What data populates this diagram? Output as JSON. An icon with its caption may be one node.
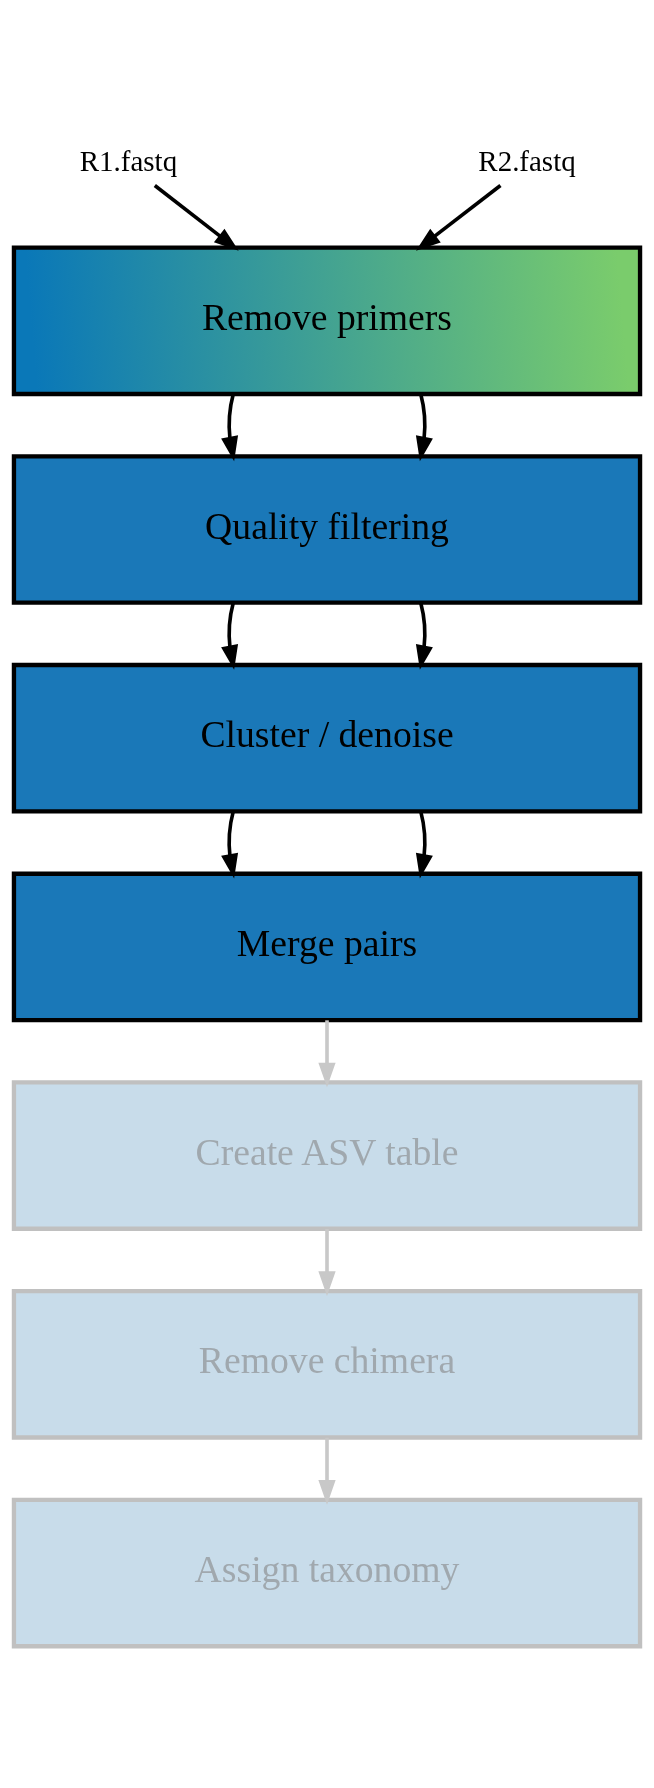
{
  "diagram": {
    "nodes": [
      {
        "text": [
          "R1.fastq"
        ]
      },
      {
        "text": [
          "R2.fastq"
        ]
      },
      {
        "text": [
          "Remove primers"
        ]
      },
      {
        "text": [
          "Quality filtering"
        ]
      },
      {
        "text": [
          "Cluster / denoise"
        ]
      },
      {
        "text": [
          "Merge pairs"
        ]
      },
      {
        "text": [
          "Create ASV table"
        ]
      },
      {
        "text": [
          "Remove chimera"
        ]
      },
      {
        "text": [
          "Assign taxonomy"
        ]
      }
    ],
    "edges": [
      {
        "from": 0,
        "to": 2,
        "arrow": "to"
      },
      {
        "from": 1,
        "to": 2,
        "arrow": "to"
      },
      {
        "from": 2,
        "to": 3,
        "arrow": "to"
      },
      {
        "from": 2,
        "to": 3,
        "arrow": "to"
      },
      {
        "from": 3,
        "to": 4,
        "arrow": "to"
      },
      {
        "from": 3,
        "to": 4,
        "arrow": "to"
      },
      {
        "from": 4,
        "to": 5,
        "arrow": "to"
      },
      {
        "from": 4,
        "to": 5,
        "arrow": "to"
      },
      {
        "from": 5,
        "to": 6,
        "arrow": "to",
        "color": "#c8c8c8"
      },
      {
        "from": 6,
        "to": 7,
        "arrow": "to",
        "color": "#c8c8c8"
      },
      {
        "from": 7,
        "to": 8,
        "arrow": "to",
        "color": "#c8c8c8"
      }
    ]
  }
}
